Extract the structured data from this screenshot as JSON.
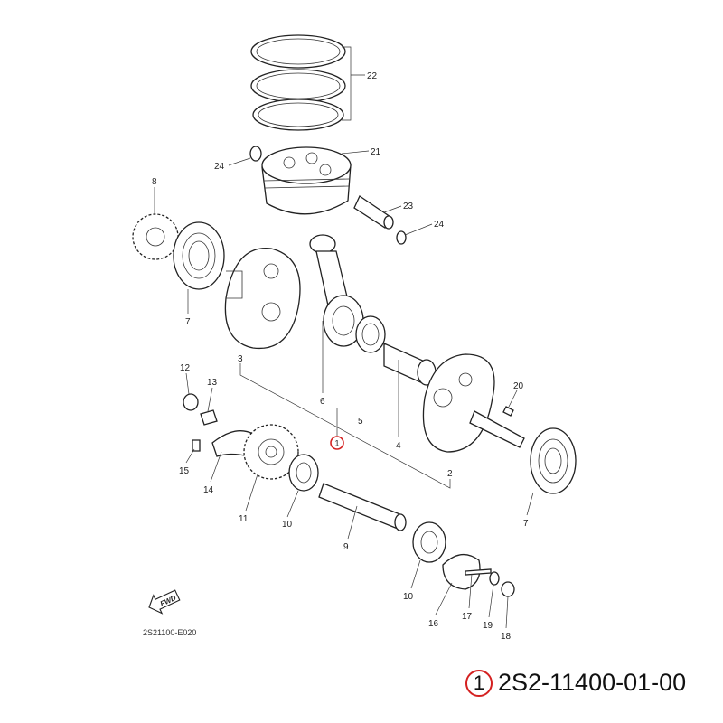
{
  "diagram": {
    "code": "2S21100-E020",
    "fwd_label": "FWD",
    "highlight_color": "#d42020",
    "callouts": {
      "c22": "22",
      "c21": "21",
      "c24a": "24",
      "c23": "23",
      "c24b": "24",
      "c8": "8",
      "c7a": "7",
      "c3": "3",
      "c6": "6",
      "c5": "5",
      "c1": "1",
      "c4": "4",
      "c2": "2",
      "c20": "20",
      "c7b": "7",
      "c12": "12",
      "c13": "13",
      "c15": "15",
      "c14": "14",
      "c11": "11",
      "c10a": "10",
      "c9": "9",
      "c10b": "10",
      "c16": "16",
      "c17": "17",
      "c19": "19",
      "c18": "18"
    }
  },
  "part": {
    "ref": "1",
    "number": "2S2-11400-01-00"
  }
}
